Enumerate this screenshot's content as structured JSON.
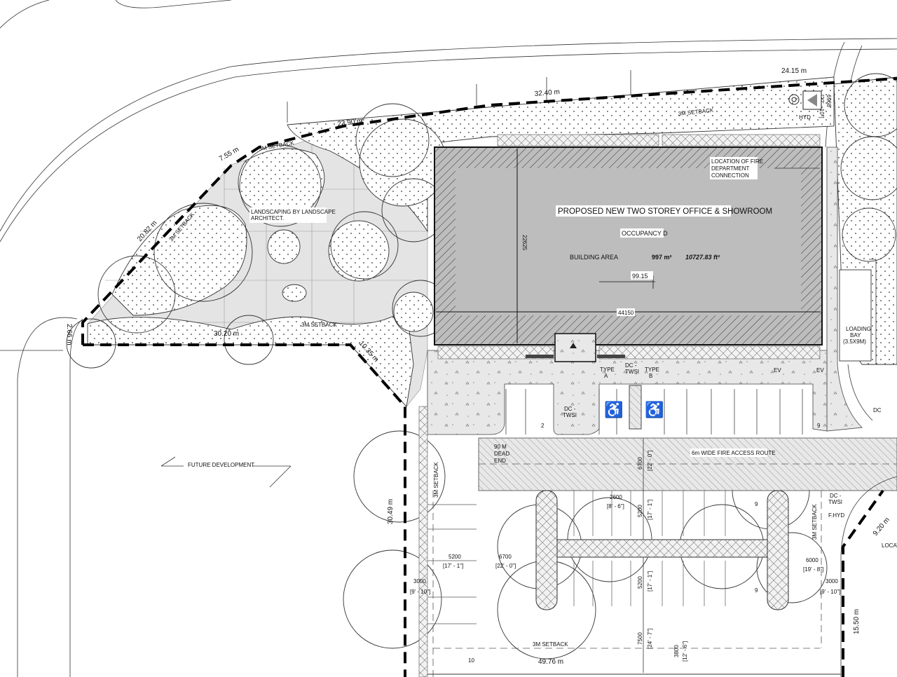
{
  "building": {
    "title": "PROPOSED NEW TWO STOREY OFFICE & SHOWROOM",
    "occupancy": "OCCUPANCY D",
    "area_label": "BUILDING AREA",
    "area_m2": "997 m²",
    "area_ft2": "10727.83 ft²",
    "elevation": "99.15",
    "width_dim": "44150",
    "depth_dim": "22625"
  },
  "notes": {
    "fire_connection": [
      "LOCATION OF FIRE",
      "DEPARTMENT",
      "CONNECTION"
    ],
    "landscaping": [
      "LANDSCAPING BY LANDSCAPE",
      "ARCHITECT."
    ],
    "future_development": "FUTURE DEVELOPMENT",
    "fire_route": "6m WIDE FIRE ACCESS ROUTE",
    "dead_end": [
      "90 M",
      "DEAD",
      "END"
    ],
    "loading_bay": [
      "LOADING",
      "BAY",
      "(3.5X9M)"
    ],
    "hyd": "HYD",
    "f_hyd": "F.HYD",
    "dc_twsi": [
      "DC -",
      "TWSI"
    ],
    "type_a": [
      "TYPE",
      "A"
    ],
    "type_b": [
      "TYPE",
      "B"
    ],
    "ev": "EV",
    "dc": "DC",
    "location_cut": "LOCAT",
    "setback": "3M SETBACK"
  },
  "property_dims": {
    "top_right": "24.15 m",
    "top_mid": "32.40 m",
    "top_left": "23.90 m",
    "corner": "7.55 m",
    "diag": "20.82 m",
    "left": "2.66 m",
    "bottom_left": "30.20 m",
    "chamfer": "10.35 m",
    "west": "30.49 m",
    "bottom": "49.76 m",
    "east_chamfer": "9.20 m",
    "east": "15.50 m"
  },
  "dims": {
    "d3000": "3000",
    "d3000_imp": "[9' - 10\"]",
    "d6968": "6968",
    "d6968_imp": "[22' - 10\"]",
    "d6700": "6700",
    "d6700_imp": "[22' - 0\"]",
    "d2600": "2600",
    "d2600_imp": "[8' - 6\"]",
    "d5200": "5200",
    "d5200_imp": "[17' - 1\"]",
    "d6000": "6000",
    "d6000_imp": "[19' - 8\"]",
    "d7500": "7500",
    "d7500_imp": "[24' - 7\"]",
    "d3800": "3800",
    "d3800_imp": "[12' - 6\"]"
  },
  "stall_numbers": [
    "2",
    "9",
    "9",
    "9",
    "10"
  ],
  "colors": {
    "building": "#bdbdbd",
    "paving": "#e4e4e4",
    "property_line": "#000000"
  }
}
